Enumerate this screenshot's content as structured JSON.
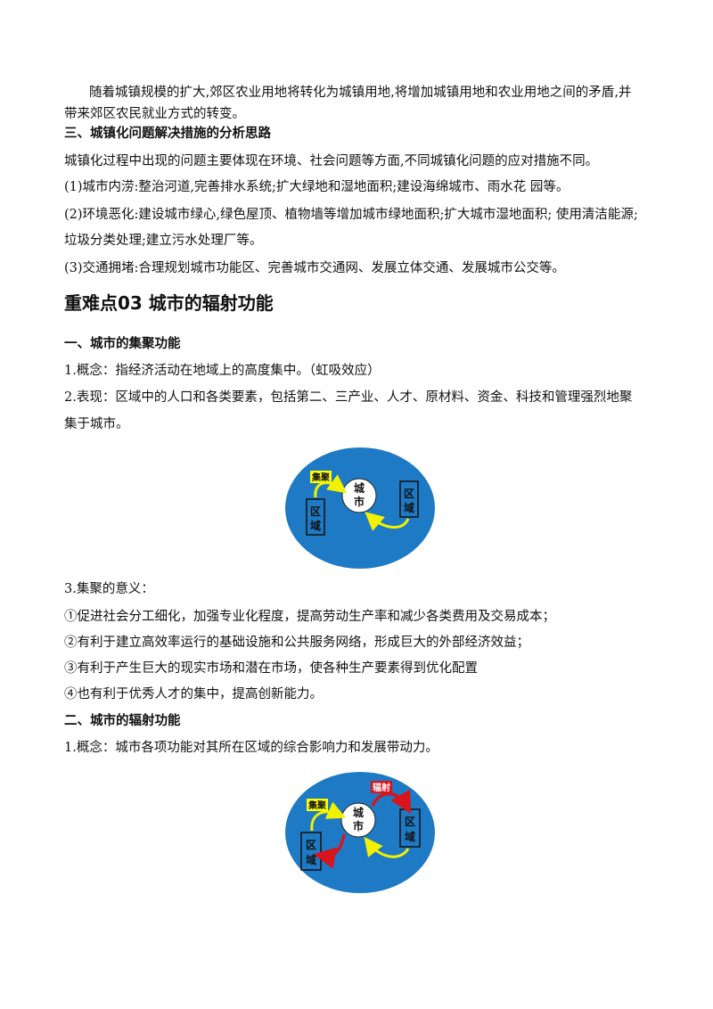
{
  "p1": {
    "line1": "随着城镇规模的扩大,郊区农业用地将转化为城镇用地,将增加城镇用地和农业用地之间的矛盾,并",
    "line2": "带来郊区农民就业方式的转变。"
  },
  "section3": {
    "heading": "三、城镇化问题解决措施的分析思路",
    "intro": "城镇化过程中出现的问题主要体现在环境、社会问题等方面,不同城镇化问题的应对措施不同。",
    "item1": "(1)城市内涝:整治河道,完善排水系统;扩大绿地和湿地面积;建设海绵城市、雨水花 园等。",
    "item2_line1": "(2)环境恶化:建设城市绿心,绿色屋顶、植物墙等增加城市绿地面积;扩大城市湿地面积; 使用清洁能源;",
    "item2_line2": "垃圾分类处理;建立污水处理厂等。",
    "item3": "(3)交通拥堵:合理规划城市功能区、完善城市交通网、发展立体交通、发展城市公交等。"
  },
  "key_point": {
    "title": "重难点03  城市的辐射功能"
  },
  "agglomeration": {
    "heading": "一、城市的集聚功能",
    "concept": "1.概念：指经济活动在地域上的高度集中。（虹吸效应）",
    "performance_line1": "2.表现：区域中的人口和各类要素，包括第二、三产业、人才、原材料、资金、科技和管理强烈地聚",
    "performance_line2": "集于城市。",
    "significance_heading": "3.集聚的意义：",
    "s1": "①促进社会分工细化，加强专业化程度，提高劳动生产率和减少各类费用及交易成本；",
    "s2": "②有利于建立高效率运行的基础设施和公共服务网络，形成巨大的外部经济效益；",
    "s3": "③有利于产生巨大的现实市场和潜在市场，使各种生产要素得到优化配置",
    "s4": "④也有利于优秀人才的集中，提高创新能力。"
  },
  "radiation": {
    "heading": "二、城市的辐射功能",
    "concept": "1.概念：城市各项功能对其所在区域的综合影响力和发展带动力。"
  },
  "diagram1": {
    "label_agglomeration": "集聚",
    "city_c1": "城",
    "city_c2": "市",
    "region_c1": "区",
    "region_c2": "域"
  },
  "diagram2": {
    "label_agglomeration": "集聚",
    "label_radiation": "辐射",
    "city_c1": "城",
    "city_c2": "市",
    "region_c1": "区",
    "region_c2": "域"
  },
  "colors": {
    "circle_blue": "#1e7ac4",
    "arrow_yellow": "#f2f200",
    "arrow_red": "#d8141c",
    "label_yellow": "#ffff00"
  }
}
